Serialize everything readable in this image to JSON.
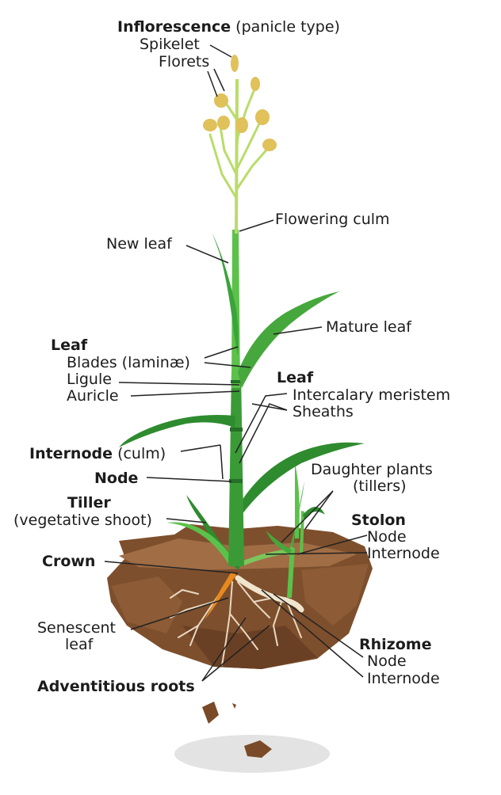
{
  "diagram": {
    "labels": {
      "inflorescence": "Inflorescence",
      "inflorescence_note": "(panicle type)",
      "spikelet": "Spikelet",
      "florets": "Florets",
      "flowering_culm": "Flowering culm",
      "new_leaf": "New leaf",
      "mature_leaf": "Mature leaf",
      "leaf_group": "Leaf",
      "blades": "Blades",
      "blades_note": "(laminæ)",
      "ligule": "Ligule",
      "auricle": "Auricle",
      "leaf_right": "Leaf",
      "intercalary_meristem": "Intercalary meristem",
      "sheaths": "Sheaths",
      "internode": "Internode",
      "internode_note": "(culm)",
      "node": "Node",
      "tiller": "Tiller",
      "tiller_note": "(vegetative shoot)",
      "daughter_plants": "Daughter plants",
      "daughter_note": "(tillers)",
      "stolon": "Stolon",
      "stolon_node": "Node",
      "stolon_internode": "Internode",
      "crown": "Crown",
      "senescent_1": "Senescent",
      "senescent_2": "leaf",
      "rhizome": "Rhizome",
      "rhizome_node": "Node",
      "rhizome_internode": "Internode",
      "adventitious_roots": "Adventitious roots"
    },
    "colors": {
      "leaf_dark": "#2e8b2e",
      "leaf_light": "#5cc14a",
      "culm_yellow": "#b9dc6a",
      "floret": "#e0c15a",
      "soil": "#8a5a36",
      "soil_dark": "#6b4326",
      "root": "#e8d8c0",
      "senescent": "#e8891e",
      "shadow": "#e3e3e3"
    }
  }
}
